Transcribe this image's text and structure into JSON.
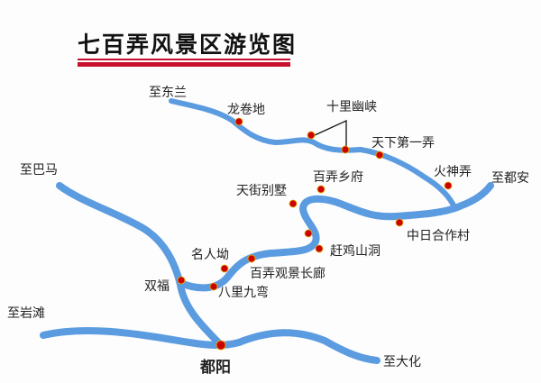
{
  "title": "七百弄风景区游览图",
  "colors": {
    "river": "#5b9be0",
    "spot": "#cc0000",
    "title_bar": "#c8102e"
  },
  "directions": {
    "donglan": "至东兰",
    "bama": "至巴马",
    "yantan": "至岩滩",
    "dahua": "至大化",
    "duan": "至都安"
  },
  "spots": {
    "longjuandi": "龙卷地",
    "shiliyouxia": "十里幽峡",
    "tianxiadiyinong": "天下第一弄",
    "huoshennong": "火神弄",
    "bainongxiangfu": "百弄乡府",
    "tianjiebieshu": "天街别墅",
    "zhongrihezuocun": "中日合作村",
    "ganjishandong": "赶鸡山洞",
    "mingrenao": "名人坳",
    "bainongguanjing": "百弄观景长廊",
    "shuangfu": "双福",
    "balijiuwan": "八里九弯",
    "duyang": "都阳"
  }
}
